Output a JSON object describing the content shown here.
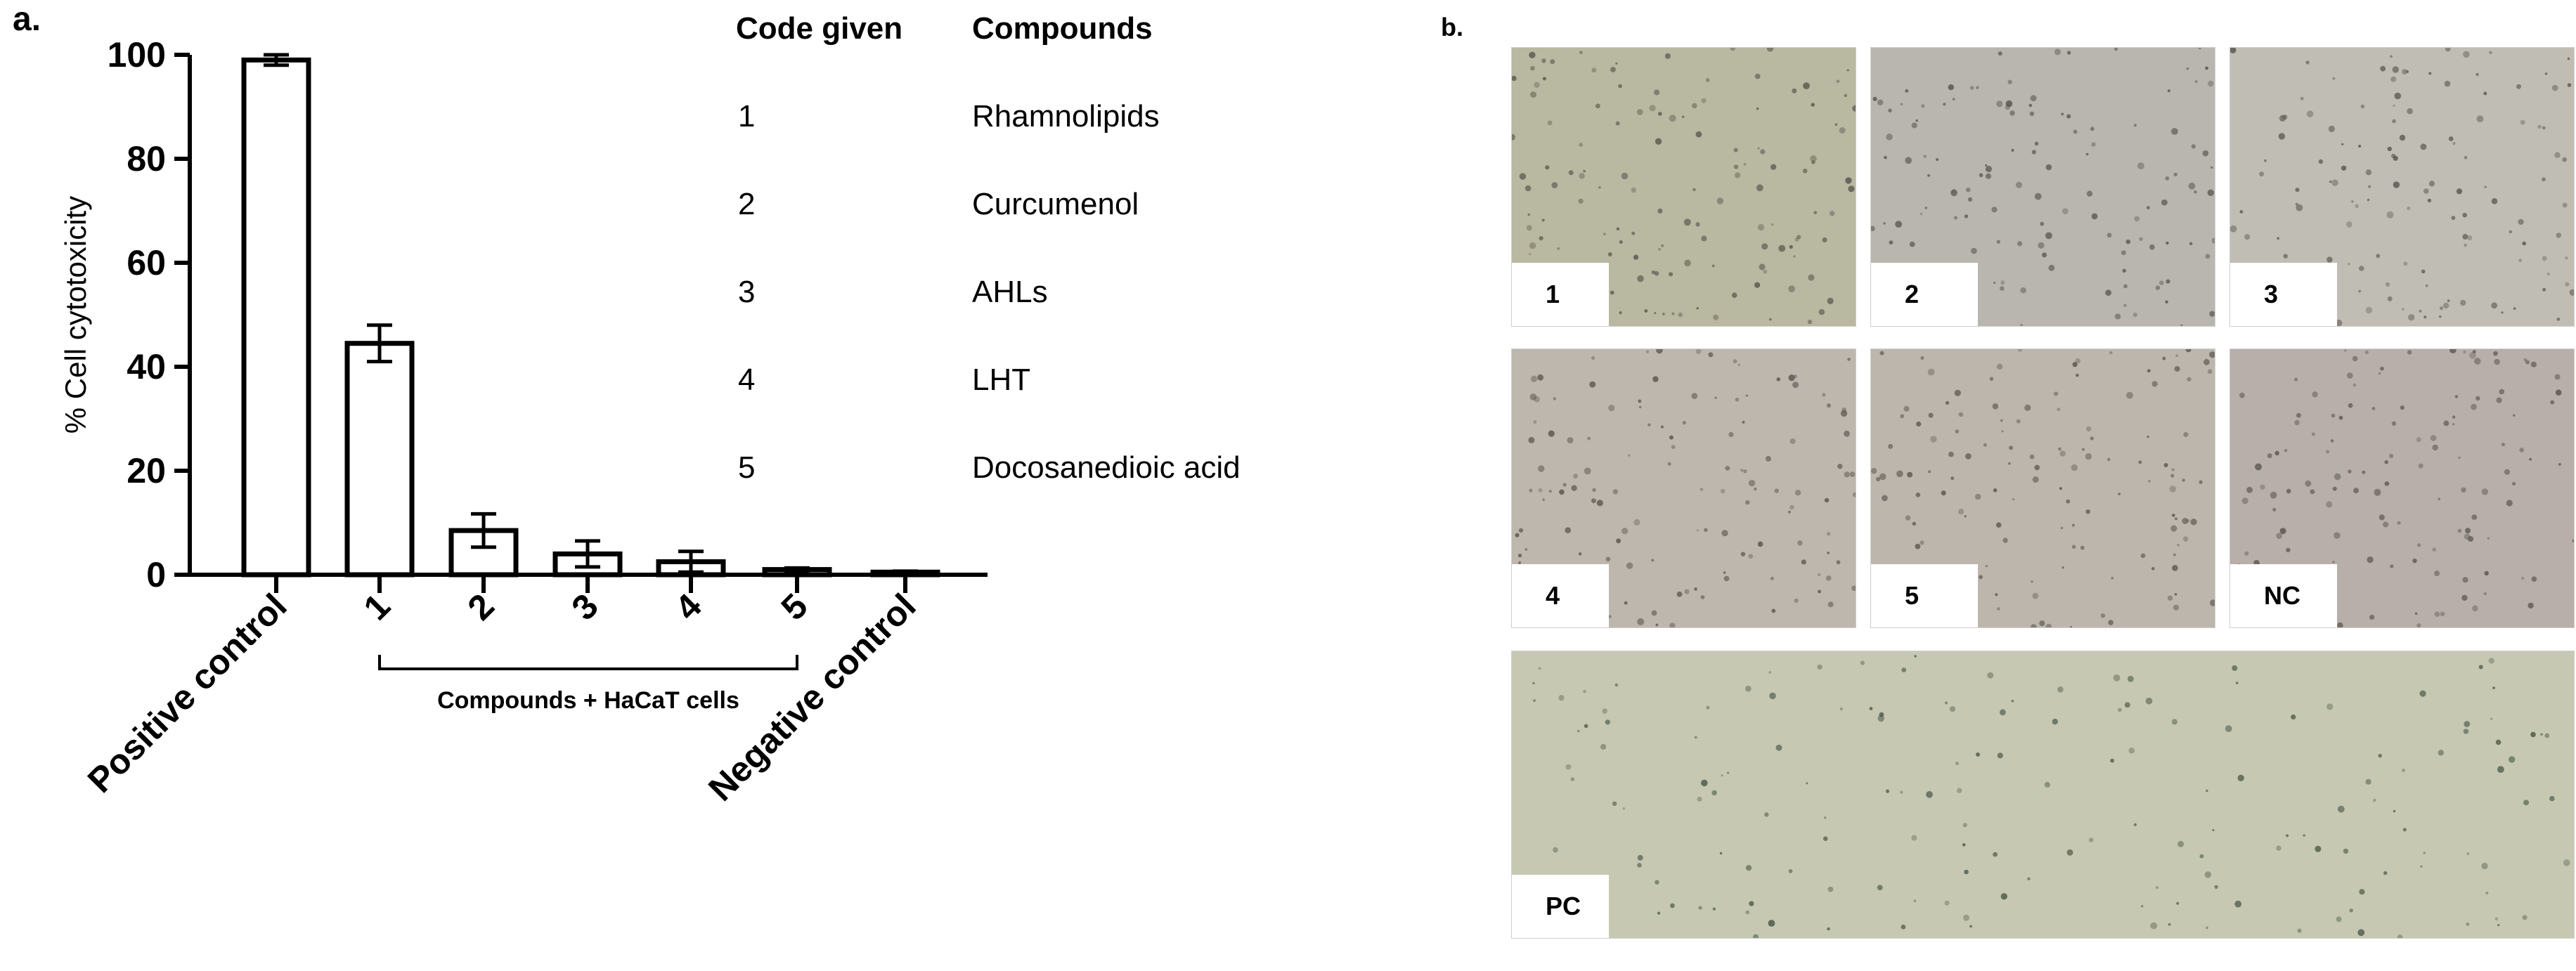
{
  "panel_a": {
    "label": "a."
  },
  "panel_b": {
    "label": "b."
  },
  "chart_data": {
    "type": "bar",
    "categories": [
      "Positive control",
      "1",
      "2",
      "3",
      "4",
      "5",
      "Negative control"
    ],
    "values": [
      99,
      44.5,
      8.5,
      4,
      2.5,
      1,
      0.5
    ],
    "errors": [
      1,
      3.5,
      3.2,
      2.5,
      2,
      0.3,
      0.2
    ],
    "ylabel": "% Cell cytotoxicity",
    "yticks": [
      "0",
      "20",
      "40",
      "60",
      "80",
      "100"
    ],
    "ylim": [
      0,
      100
    ],
    "group_bracket_label": "Compounds + HaCaT cells",
    "bar_fill": "#ffffff",
    "bar_stroke": "#000000"
  },
  "legend": {
    "header_code": "Code given",
    "header_compound": "Compounds",
    "rows": [
      {
        "code": "1",
        "compound": "Rhamnolipids"
      },
      {
        "code": "2",
        "compound": "Curcumenol"
      },
      {
        "code": "3",
        "compound": "AHLs"
      },
      {
        "code": "4",
        "compound": "LHT"
      },
      {
        "code": "5",
        "compound": "Docosanedioic acid"
      }
    ]
  },
  "micrographs": [
    {
      "label": "1",
      "tint": "#b9b8a0"
    },
    {
      "label": "2",
      "tint": "#b8b6ae"
    },
    {
      "label": "3",
      "tint": "#c0bdb4"
    },
    {
      "label": "4",
      "tint": "#bdb7ae"
    },
    {
      "label": "5",
      "tint": "#bcb6ad"
    },
    {
      "label": "NC",
      "tint": "#b8aeaa"
    },
    {
      "label": "PC",
      "tint": "#c6c8b2"
    }
  ]
}
